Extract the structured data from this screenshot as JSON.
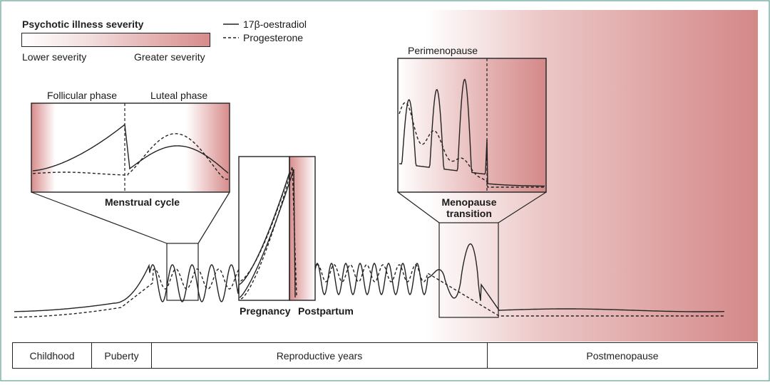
{
  "legend": {
    "severity_title": "Psychotic illness severity",
    "lower_label": "Lower severity",
    "greater_label": "Greater severity",
    "estradiol_label": "17β-oestradiol",
    "progesterone_label": "Progesterone"
  },
  "insets": {
    "menstrual": {
      "follicular_label": "Follicular phase",
      "luteal_label": "Luteal phase",
      "title": "Menstrual cycle"
    },
    "perimenopause": {
      "label": "Perimenopause"
    },
    "menopause_transition": {
      "title_line1": "Menopause",
      "title_line2": "transition"
    },
    "pregnancy_label": "Pregnancy",
    "postpartum_label": "Postpartum"
  },
  "timeline": {
    "segments": [
      {
        "label": "Childhood"
      },
      {
        "label": "Puberty"
      },
      {
        "label": "Reproductive years"
      },
      {
        "label": "Postmenopause"
      }
    ]
  },
  "colors": {
    "severity_high": "#d48888",
    "severity_low": "#ffffff",
    "line": "#222222"
  }
}
